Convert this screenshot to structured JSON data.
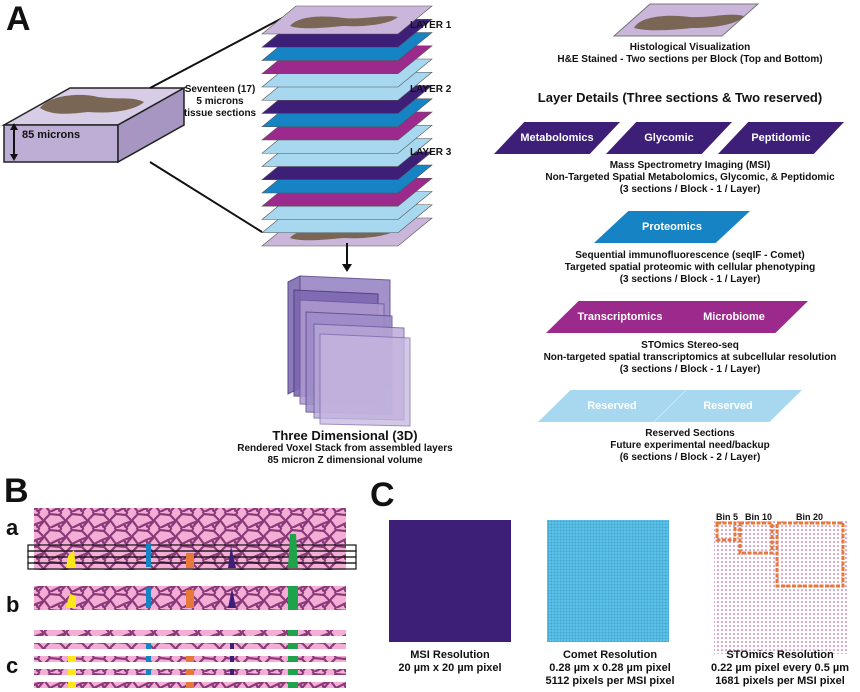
{
  "panels": {
    "a_label": "A",
    "b_label": "B",
    "c_label": "C"
  },
  "block": {
    "thickness": "85 microns",
    "sections": "Seventeen (17)\n5 microns\ntissue sections"
  },
  "layers": [
    "LAYER 1",
    "LAYER 2",
    "LAYER 3"
  ],
  "histology": {
    "title": "Histological Visualization",
    "subtitle": "H&E Stained - Two sections per Block (Top and Bottom)"
  },
  "layer_details_heading": "Layer Details (Three sections & Two reserved)",
  "msi": {
    "tags": [
      "Metabolomics",
      "Glycomic",
      "Peptidomic"
    ],
    "line1": "Mass Spectrometry Imaging (MSI)",
    "line2": "Non-Targeted Spatial Metabolomics, Glycomic, & Peptidomic",
    "line3": "(3 sections / Block - 1 / Layer)"
  },
  "comet": {
    "tags": [
      "Proteomics"
    ],
    "line1": "Sequential immunofluorescence (seqIF - Comet)",
    "line2": "Targeted spatial proteomic with cellular phenotyping",
    "line3": "(3 sections / Block - 1 / Layer)"
  },
  "stomics": {
    "tags": [
      "Transcriptomics",
      "Microbiome"
    ],
    "line1": "STOmics Stereo-seq",
    "line2": "Non-targeted spatial transcriptomics at subcellular resolution",
    "line3": "(3 sections / Block - 1 / Layer)"
  },
  "reserved": {
    "tags": [
      "Reserved",
      "Reserved"
    ],
    "line1": "Reserved Sections",
    "line2": "Future experimental need/backup",
    "line3": "(6 sections / Block - 2 / Layer)"
  },
  "threeD": {
    "title": "Three Dimensional (3D)",
    "line1": "Rendered Voxel Stack from assembled layers",
    "line2": "85 micron Z dimensional volume"
  },
  "b_rows": [
    "a",
    "b",
    "c"
  ],
  "resolutions": [
    {
      "title": "MSI Resolution",
      "l1": "20 µm x 20 µm pixel",
      "l2": ""
    },
    {
      "title": "Comet Resolution",
      "l1": "0.28 µm x 0.28 µm pixel",
      "l2": "5112 pixels per MSI pixel"
    },
    {
      "title": "STOmics Resolution",
      "l1": "0.22 µm pixel every 0.5 µm",
      "l2": "1681 pixels per MSI pixel"
    }
  ],
  "bins": [
    "Bin 5",
    "Bin 10",
    "Bin 20"
  ],
  "colors": {
    "dark_purple": "#3d1f78",
    "blue": "#1583c4",
    "magenta": "#9c2a8c",
    "light_blue": "#a8d8ef",
    "lavender": "#c9b6da",
    "tissue": "#7a6655",
    "pink": "#f4aed6",
    "orange": "#e8783a"
  }
}
